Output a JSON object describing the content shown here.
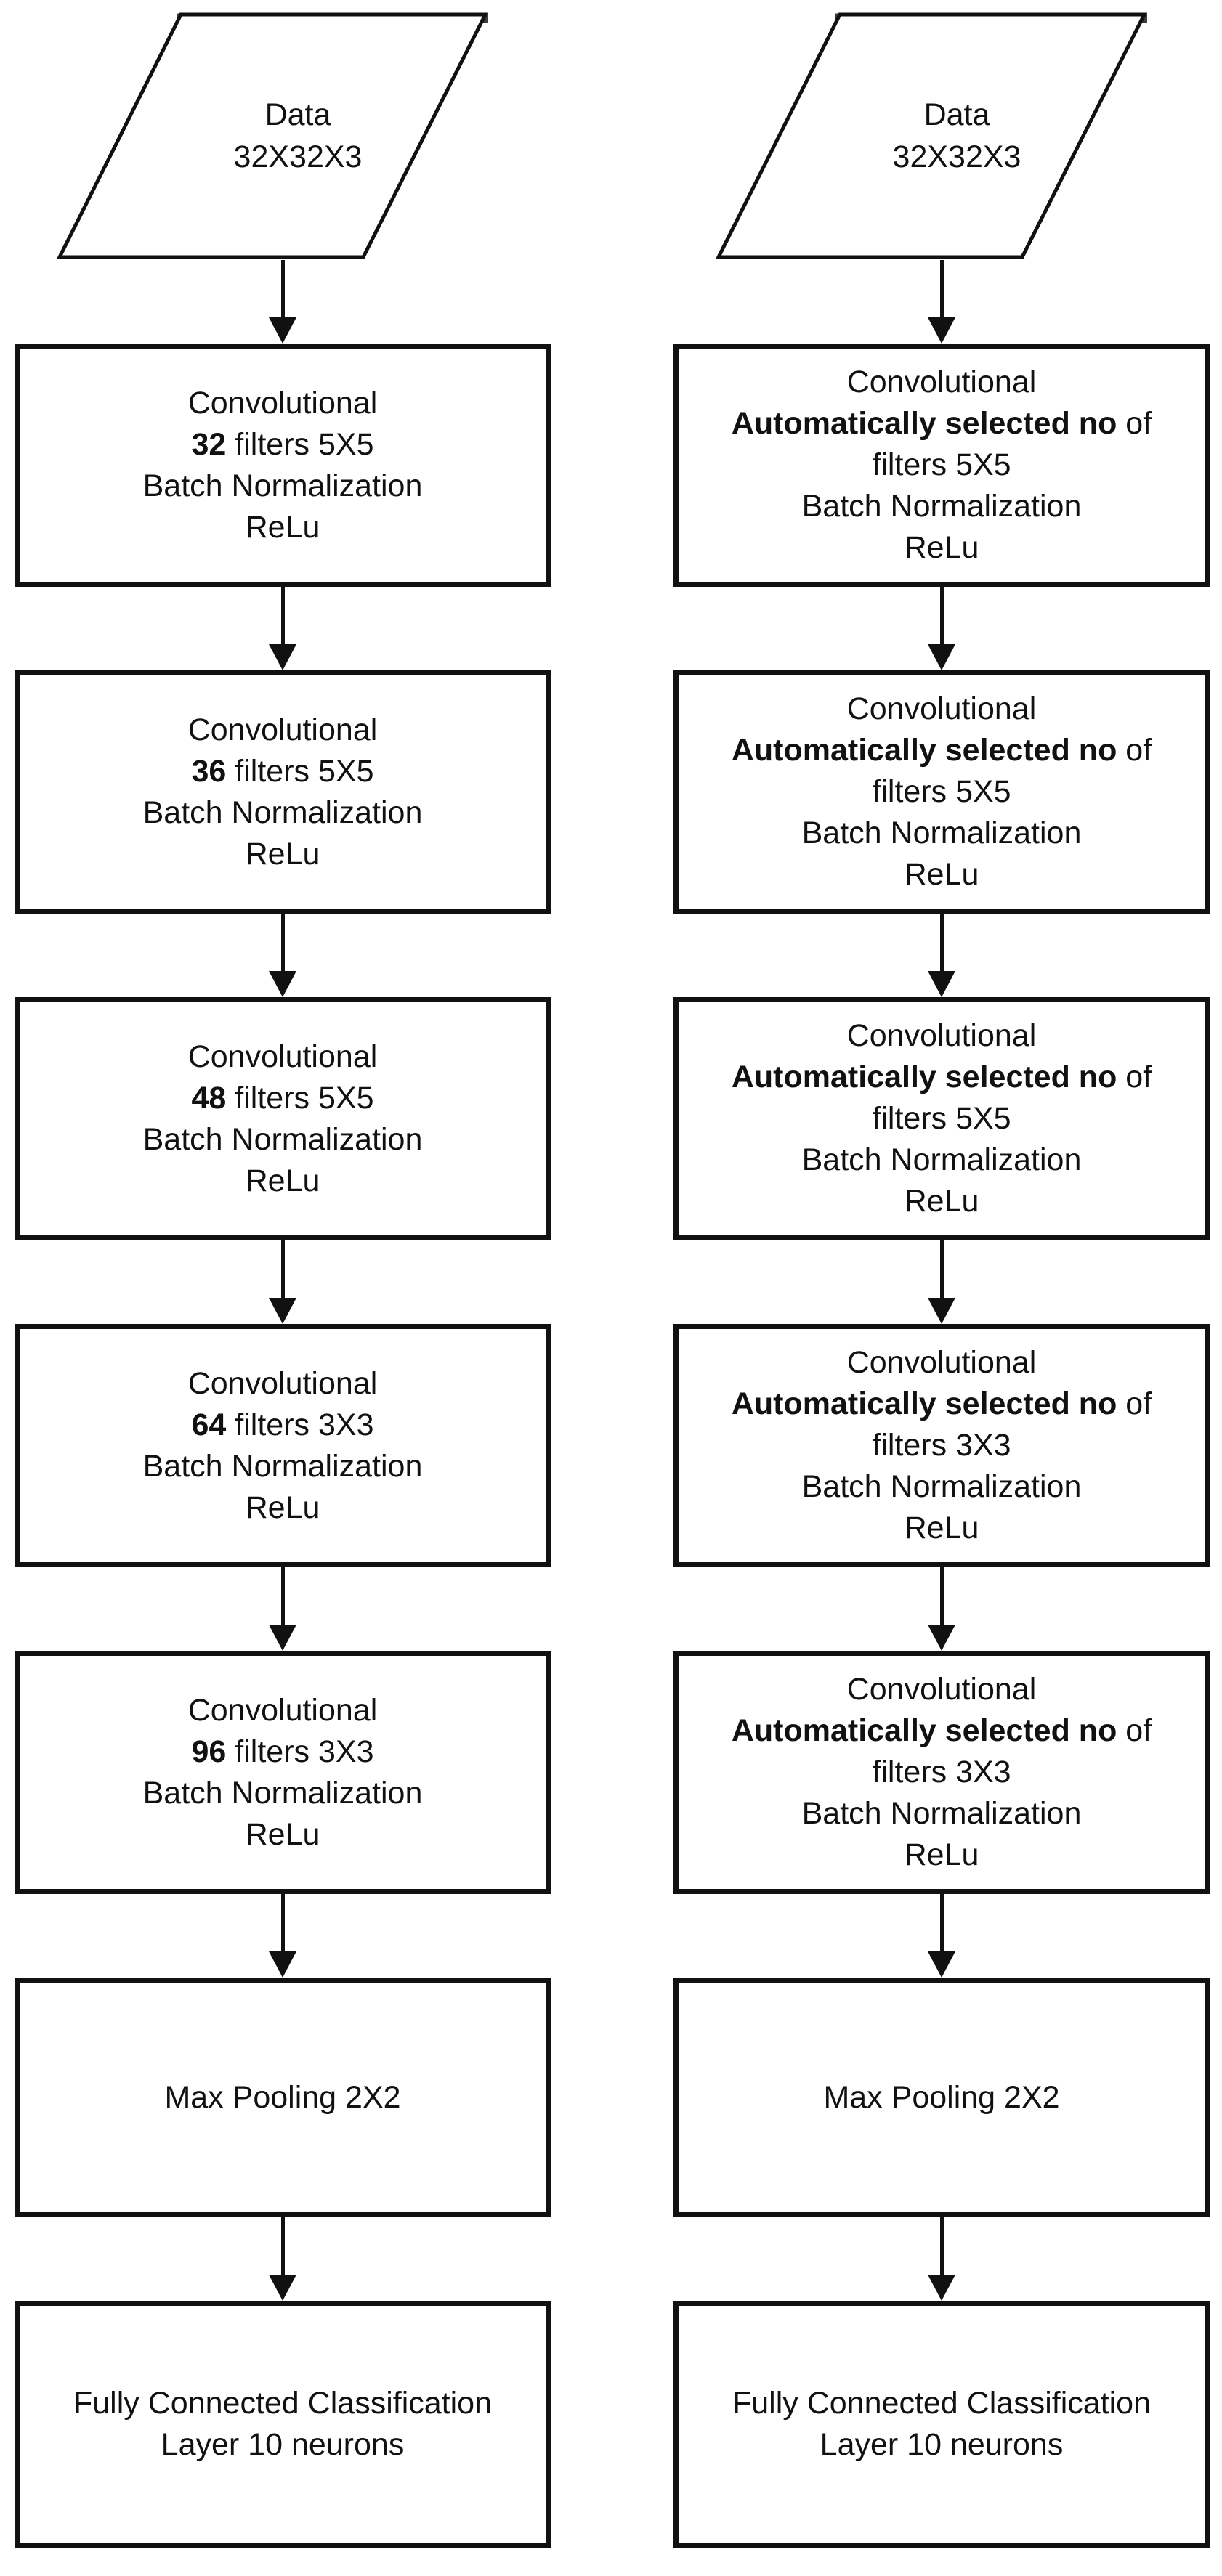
{
  "diagram": {
    "colors": {
      "ink": "#111111",
      "background": "#ffffff"
    },
    "columns": [
      {
        "name": "fixed-filters-cnn",
        "data_node": {
          "line1": "Data",
          "line2": "32X32X3"
        },
        "conv_layers": [
          {
            "title": "Convolutional",
            "bold": "32",
            "after_bold": " filters 5X5",
            "line3": "",
            "bn": "Batch Normalization",
            "act": "ReLu"
          },
          {
            "title": "Convolutional",
            "bold": "36",
            "after_bold": " filters 5X5",
            "line3": "",
            "bn": "Batch Normalization",
            "act": "ReLu"
          },
          {
            "title": "Convolutional",
            "bold": "48",
            "after_bold": " filters 5X5",
            "line3": "",
            "bn": "Batch Normalization",
            "act": "ReLu"
          },
          {
            "title": "Convolutional",
            "bold": "64",
            "after_bold": " filters 3X3",
            "line3": "",
            "bn": "Batch Normalization",
            "act": "ReLu"
          },
          {
            "title": "Convolutional",
            "bold": "96",
            "after_bold": " filters 3X3",
            "line3": "",
            "bn": "Batch Normalization",
            "act": "ReLu"
          }
        ],
        "pool_label": "Max Pooling 2X2",
        "fc_line1": "Fully Connected Classification",
        "fc_line2": "Layer 10 neurons"
      },
      {
        "name": "auto-selected-filters-cnn",
        "data_node": {
          "line1": "Data",
          "line2": "32X32X3"
        },
        "conv_layers": [
          {
            "title": "Convolutional",
            "bold": "Automatically selected no",
            "after_bold": " of",
            "line3": "filters 5X5",
            "bn": "Batch Normalization",
            "act": "ReLu"
          },
          {
            "title": "Convolutional",
            "bold": "Automatically selected no",
            "after_bold": " of",
            "line3": "filters 5X5",
            "bn": "Batch Normalization",
            "act": "ReLu"
          },
          {
            "title": "Convolutional",
            "bold": "Automatically selected no",
            "after_bold": " of",
            "line3": "filters 5X5",
            "bn": "Batch Normalization",
            "act": "ReLu"
          },
          {
            "title": "Convolutional",
            "bold": "Automatically selected no",
            "after_bold": " of",
            "line3": "filters 3X3",
            "bn": "Batch Normalization",
            "act": "ReLu"
          },
          {
            "title": "Convolutional",
            "bold": "Automatically selected no",
            "after_bold": " of",
            "line3": "filters 3X3",
            "bn": "Batch Normalization",
            "act": "ReLu"
          }
        ],
        "pool_label": "Max Pooling 2X2",
        "fc_line1": "Fully Connected Classification",
        "fc_line2": "Layer 10 neurons"
      }
    ]
  }
}
